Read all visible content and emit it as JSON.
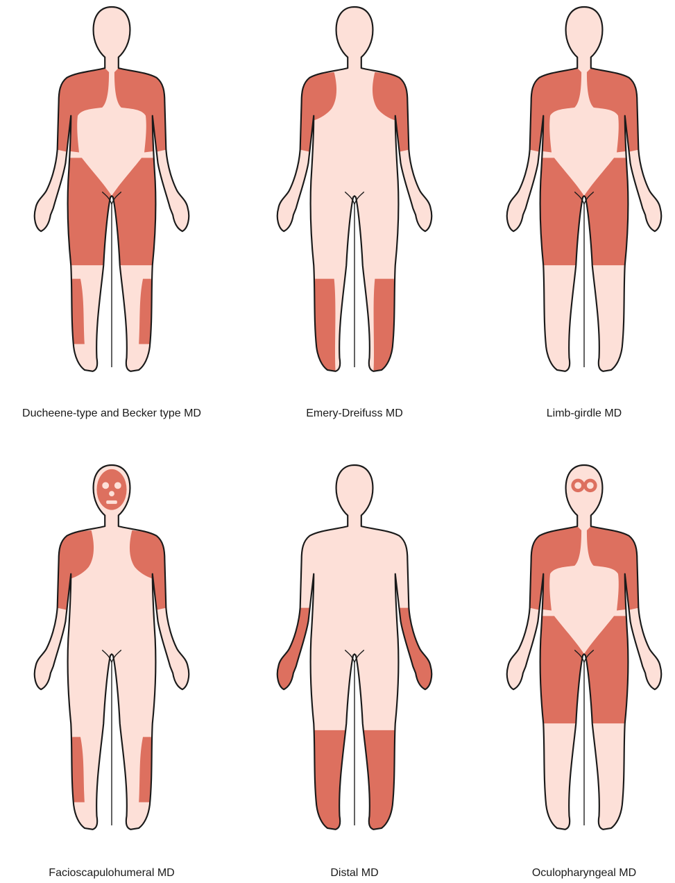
{
  "colors": {
    "skin": "#fde0d8",
    "affected": "#dd705f",
    "outline": "#1a1a1a",
    "background": "#ffffff"
  },
  "figures": [
    {
      "label": "Ducheene-type and Becker type MD",
      "regions": [
        "chest-shoulders",
        "upper-arms",
        "hips-thighs",
        "calves"
      ]
    },
    {
      "label": "Emery-Dreifuss MD",
      "regions": [
        "shoulders",
        "upper-arms",
        "lower-legs"
      ]
    },
    {
      "label": "Limb-girdle MD",
      "regions": [
        "chest-shoulders",
        "upper-arms",
        "hips-thighs"
      ]
    },
    {
      "label": "Facioscapulohumeral MD",
      "regions": [
        "face",
        "shoulders",
        "upper-arms",
        "calves"
      ]
    },
    {
      "label": "Distal MD",
      "regions": [
        "forearms-hands",
        "lower-legs-feet"
      ]
    },
    {
      "label": "Oculopharyngeal MD",
      "regions": [
        "eyes",
        "chest-shoulders",
        "upper-arms",
        "hips-thighs"
      ]
    }
  ]
}
